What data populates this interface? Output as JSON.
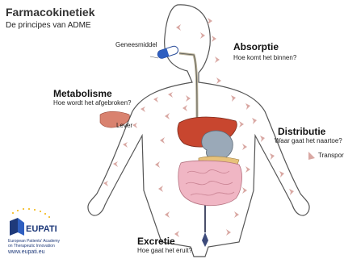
{
  "header": {
    "title": "Farmacokinetiek",
    "subtitle": "De principes van ADME"
  },
  "labels": {
    "medicine": "Geneesmiddel",
    "liver": "Lever",
    "transporters": "Transporters"
  },
  "absorption": {
    "title": "Absorptie",
    "question": "Hoe komt het binnen?"
  },
  "metabolism": {
    "title": "Metabolisme",
    "question": "Hoe wordt het afgebroken?"
  },
  "distribution": {
    "title": "Distributie",
    "question": "Waar gaat het naartoe?"
  },
  "excretion": {
    "title": "Excretie",
    "question": "Hoe gaat het eruit?"
  },
  "logo": {
    "name": "EUPATI",
    "tagline_1": "European Patients' Academy",
    "tagline_2": "on Therapeutic Innovation",
    "url": "www.eupati.eu"
  },
  "colors": {
    "arrow": "#d9a8a3",
    "liver": "#c8462f",
    "stomach": "#9aa9b8",
    "intestine": "#f0b6c4",
    "logo_blue": "#1f3a7a",
    "logo_yellow": "#f2b100"
  }
}
